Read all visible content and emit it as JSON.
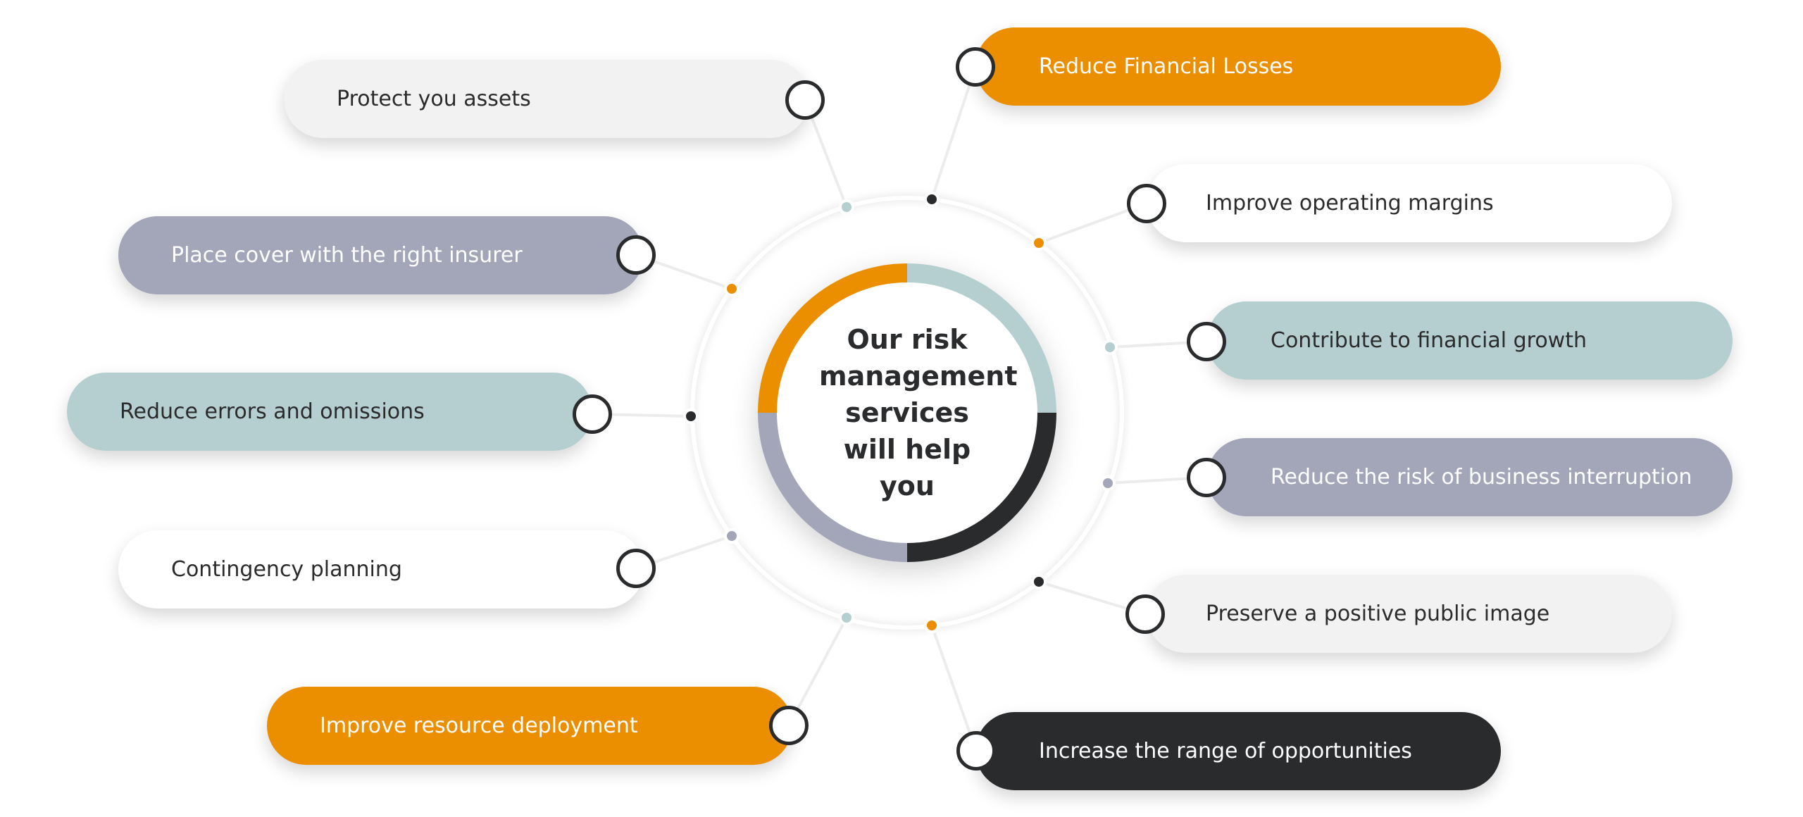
{
  "center": {
    "title": "Our risk management services will help you"
  },
  "colors": {
    "orange": "#eb8f00",
    "teal": "#b5cfd0",
    "lavender": "#a3a6b8",
    "dark": "#2a2b2d",
    "light": "#f2f2f2",
    "white": "#ffffff"
  },
  "benefits_left": [
    {
      "label": "Protect you assets"
    },
    {
      "label": "Place cover with the right insurer"
    },
    {
      "label": "Reduce errors and omissions"
    },
    {
      "label": "Contingency planning"
    },
    {
      "label": "Improve resource deployment"
    }
  ],
  "benefits_right": [
    {
      "label": "Reduce Financial Losses"
    },
    {
      "label": "Improve operating margins"
    },
    {
      "label": "Contribute to financial growth"
    },
    {
      "label": "Reduce the risk of business interruption"
    },
    {
      "label": "Preserve a positive public image"
    },
    {
      "label": "Increase the range of opportunities"
    }
  ]
}
